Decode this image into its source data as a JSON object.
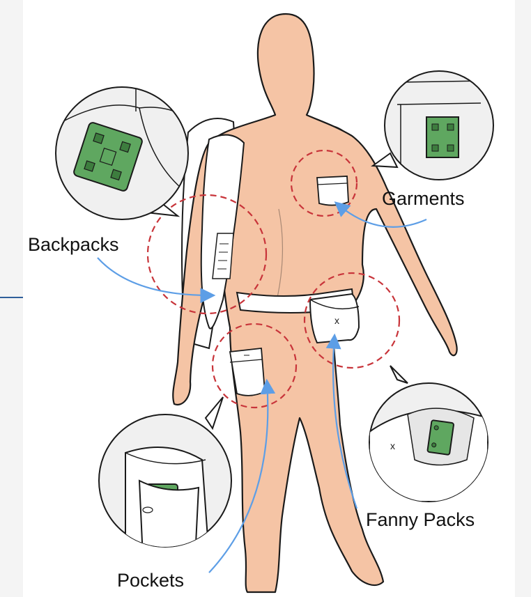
{
  "labels": {
    "garments": "Garments",
    "backpacks": "Backpacks",
    "fanny_packs": "Fanny Packs",
    "pockets": "Pockets"
  },
  "colors": {
    "skin": "#f5c4a5",
    "outline": "#1a1a1a",
    "pouch": "#ffffff",
    "device": "#5fa760",
    "dashed_circle": "#c8343a",
    "arrow": "#5d9ee6",
    "background": "#f4f4f4"
  }
}
